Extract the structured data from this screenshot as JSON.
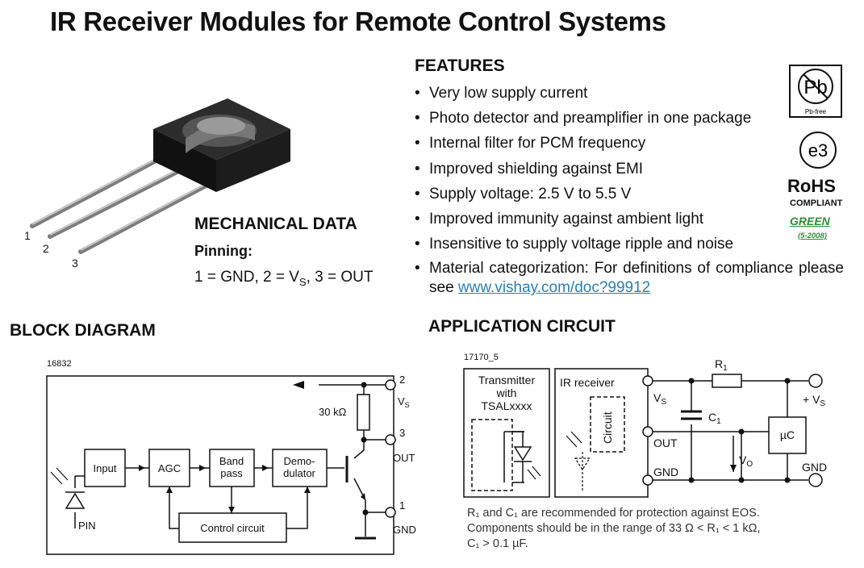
{
  "title": "IR Receiver Modules for Remote Control Systems",
  "features": {
    "heading": "FEATURES",
    "items": [
      "Very low supply current",
      "Photo detector and preamplifier in one package",
      "Internal filter for PCM frequency",
      "Improved shielding against EMI",
      "Supply voltage: 2.5 V to 5.5 V",
      "Improved immunity against ambient light",
      "Insensitive to supply voltage ripple and noise"
    ],
    "last_item_text": "Material categorization: For definitions of compliance please see",
    "last_item_link": "www.vishay.com/doc?99912"
  },
  "badges": {
    "pb": "Pb",
    "pb_free": "Pb-free",
    "e3": "e3",
    "rohs": "RoHS",
    "compliant": "COMPLIANT",
    "green": "GREEN",
    "green_date": "(5-2008)"
  },
  "mechanical": {
    "heading": "MECHANICAL DATA",
    "pinning_label": "Pinning:",
    "pin1": "1 = GND, 2 = V",
    "vs_sub": "S",
    "pin_rest": ", 3 = OUT",
    "pin_numbers": [
      "1",
      "2",
      "3"
    ]
  },
  "block_diagram": {
    "heading": "BLOCK DIAGRAM",
    "fig_id": "16832",
    "input": "Input",
    "agc": "AGC",
    "band": "Band",
    "pass": "pass",
    "demo": "Demo-",
    "dulator": "dulator",
    "control": "Control circuit",
    "resistor": "30 kΩ",
    "pin": "PIN",
    "pin2": "2",
    "pin3": "3",
    "pin1": "1",
    "vs": "V",
    "vs_sub": "S",
    "out": "OUT",
    "gnd": "GND"
  },
  "application": {
    "heading": "APPLICATION CIRCUIT",
    "fig_id": "17170_5",
    "transmitter": [
      "Transmitter",
      "with",
      "TSALxxxx"
    ],
    "receiver": "IR receiver",
    "circuit": "Circuit",
    "vs": "V",
    "vs_sub": "S",
    "out": "OUT",
    "gnd": "GND",
    "r1": "R",
    "c1": "C",
    "sub1": "1",
    "vo": "V",
    "vo_sub": "O",
    "uc": "µC",
    "plus_vs": "+ V",
    "gnd_right": "GND"
  },
  "note": {
    "line1": "R₁ and C₁ are recommended for protection against EOS.",
    "line2": "Components should be in the range of 33 Ω < R₁ < 1 kΩ,",
    "line3": "C₁ > 0.1 µF."
  }
}
